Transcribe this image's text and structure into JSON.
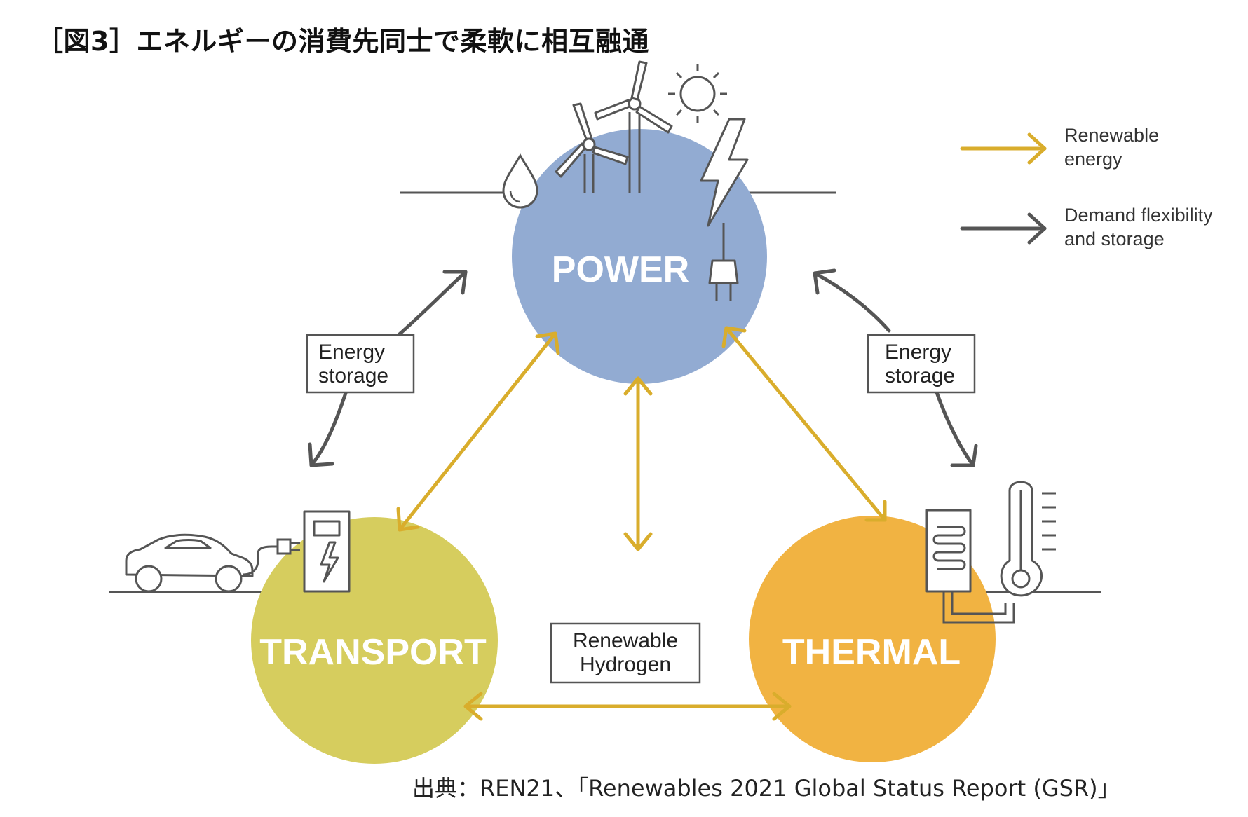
{
  "title": "［図3］エネルギーの消費先同士で柔軟に相互融通",
  "source": "出典：REN21、「Renewables 2021 Global Status Report (GSR)」",
  "nodes": {
    "power": "POWER",
    "transport": "TRANSPORT",
    "thermal": "THERMAL"
  },
  "boxes": {
    "left_line1": "Energy",
    "left_line2": "storage",
    "right_line1": "Energy",
    "right_line2": "storage",
    "hydrogen_line1": "Renewable",
    "hydrogen_line2": "Hydrogen"
  },
  "legend": {
    "renewable_line1": "Renewable",
    "renewable_line2": "energy",
    "demand_line1": "Demand flexibility",
    "demand_line2": "and storage"
  },
  "colors": {
    "power": "#92abd2",
    "transport": "#d6cd5e",
    "thermal": "#f1b342",
    "renewable_arrow": "#d9ad2c",
    "demand_arrow": "#555555"
  }
}
